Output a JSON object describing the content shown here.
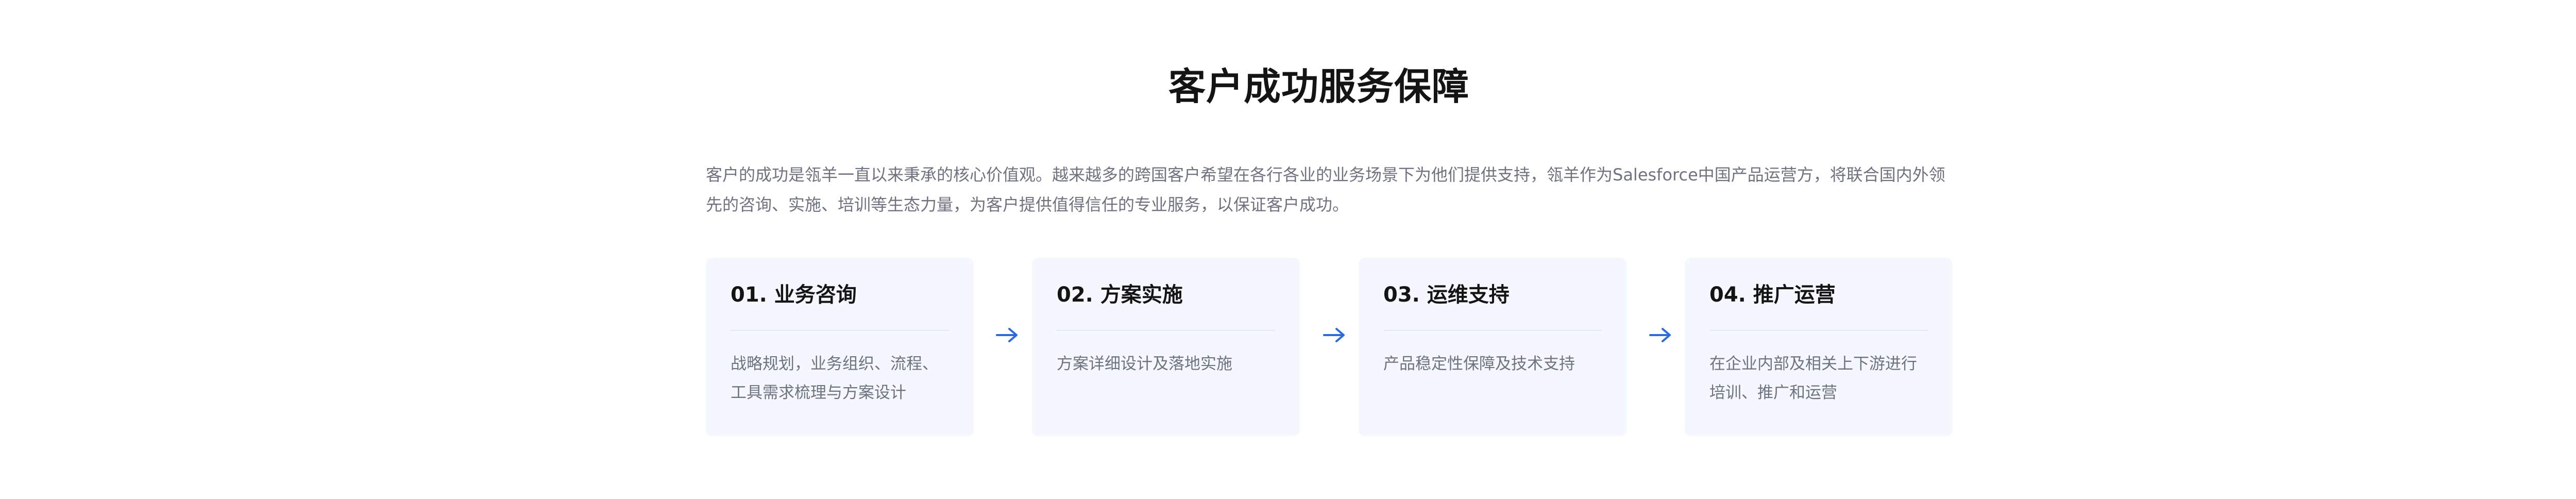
{
  "section": {
    "title": "客户成功服务保障",
    "description": "客户的成功是瓴羊一直以来秉承的核心价值观。越来越多的跨国客户希望在各行各业的业务场景下为他们提供支持，瓴羊作为Salesforce中国产品运营方，将联合国内外领先的咨询、实施、培训等生态力量，为客户提供值得信任的专业服务，以保证客户成功。"
  },
  "steps": [
    {
      "title": "01. 业务咨询",
      "text": "战略规划，业务组织、流程、工具需求梳理与方案设计"
    },
    {
      "title": "02. 方案实施",
      "text": "方案详细设计及落地实施"
    },
    {
      "title": "03. 运维支持",
      "text": "产品稳定性保障及技术支持"
    },
    {
      "title": "04. 推广运营",
      "text": "在企业内部及相关上下游进行培训、推广和运营"
    }
  ],
  "icons": {
    "arrow": "arrow-right-icon"
  },
  "colors": {
    "accent": "#2f6bd8",
    "card_background": "#f4f7fd",
    "heading": "#141414",
    "body_text": "#6f7380"
  }
}
